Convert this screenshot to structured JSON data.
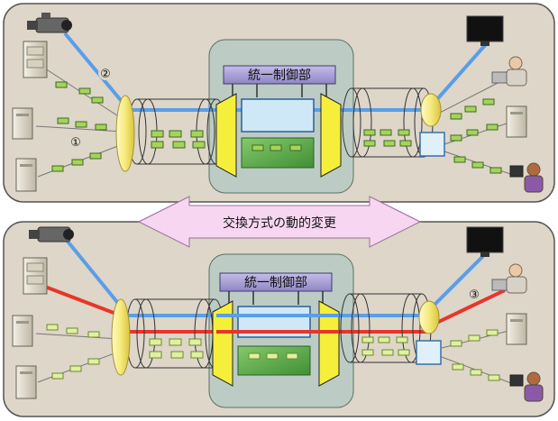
{
  "top_panel": {
    "control_unit_label": "統一制御部",
    "marker_1": "①",
    "marker_2": "②"
  },
  "banner": {
    "label": "交換方式の動的変更"
  },
  "bottom_panel": {
    "control_unit_label": "統一制御部",
    "marker_3": "③"
  },
  "colors": {
    "panel_bg": "#ddd6c9",
    "panel_border": "#555555",
    "control_box": "#a8a0d4",
    "core_green": "#5bab47",
    "yellow_gate": "#f5ef3c",
    "blue_path": "#5a9ee6",
    "red_path": "#e8352a",
    "banner_fill": "#f7d6f2"
  }
}
